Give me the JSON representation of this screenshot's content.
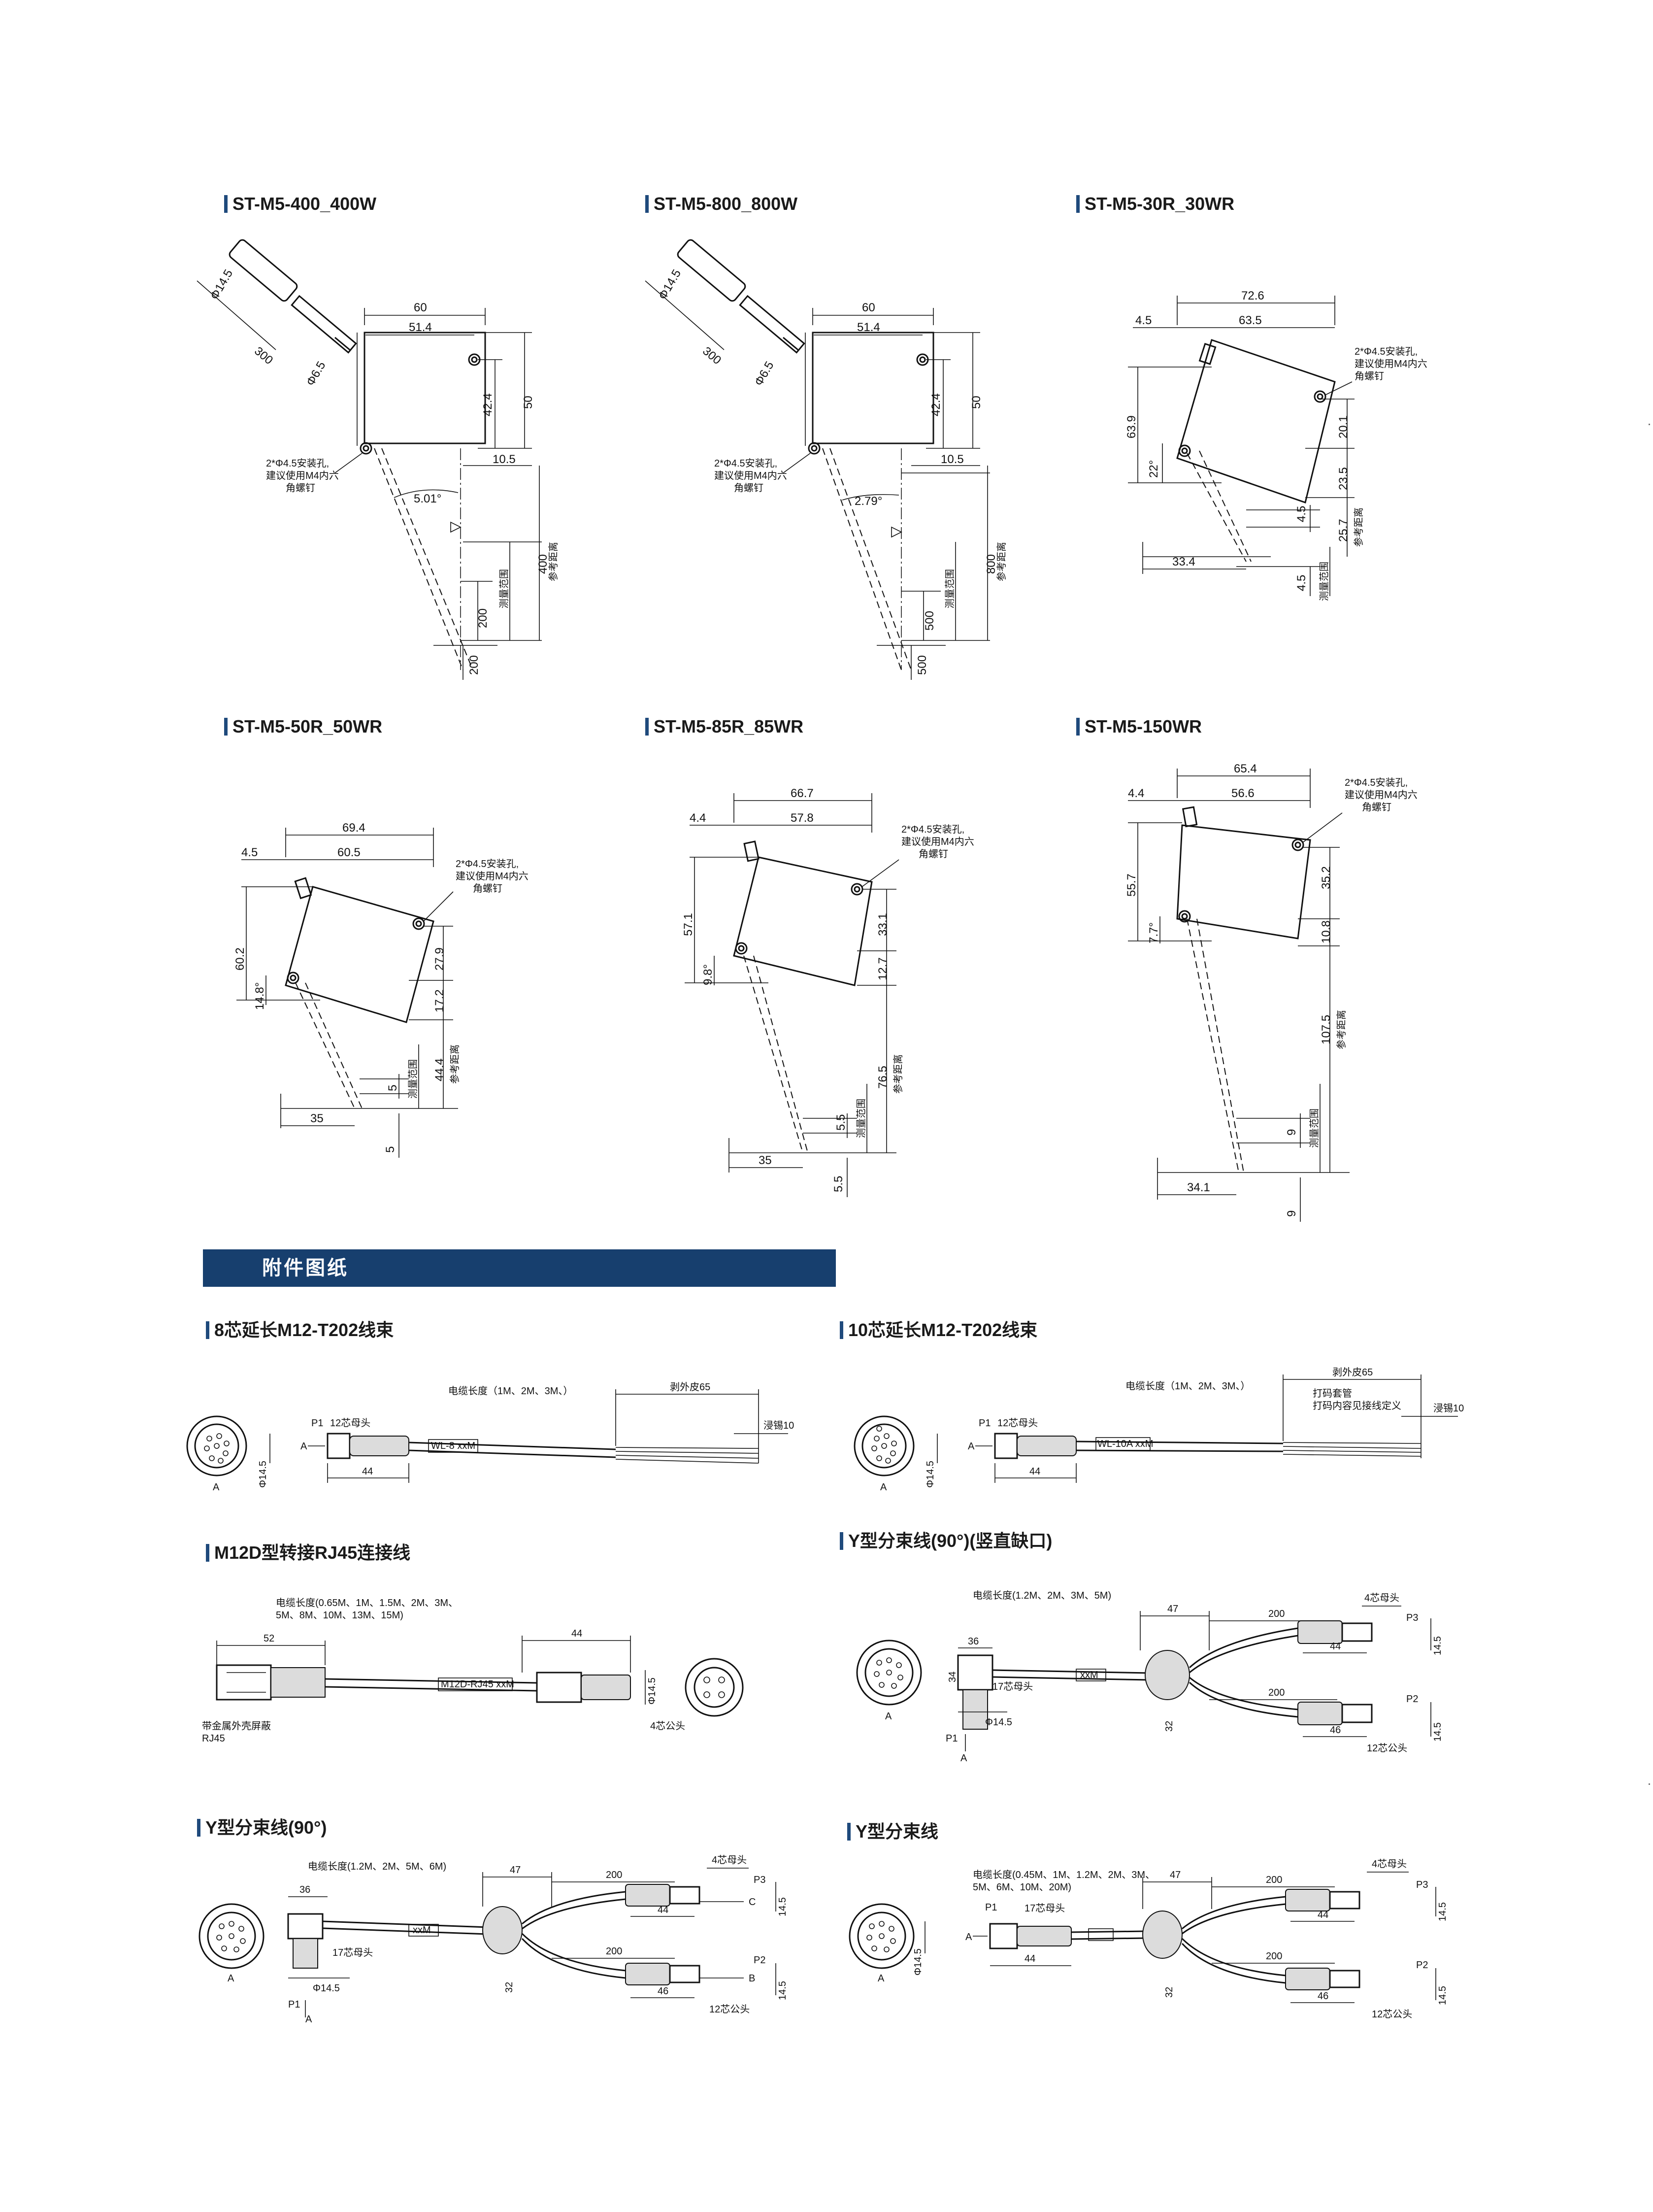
{
  "section_title": "附件图纸",
  "sensors": [
    {
      "title": "ST-M5-400_400W",
      "dims": {
        "w": "60",
        "w2": "51.4",
        "h": "50",
        "h2": "42.4",
        "off": "10.5",
        "angle": "5.01°",
        "range": "200",
        "ref": "400",
        "near": "200",
        "cable_len": "300",
        "cable_d": "Φ14.5",
        "cable_d2": "Φ6.5"
      },
      "vlabel_range": "测量范围",
      "vlabel_ref": "参考距离",
      "note": [
        "2*Φ4.5安装孔,",
        "建议使用M4内六",
        "角螺钉"
      ]
    },
    {
      "title": "ST-M5-800_800W",
      "dims": {
        "w": "60",
        "w2": "51.4",
        "h": "50",
        "h2": "42.4",
        "off": "10.5",
        "angle": "2.79°",
        "range": "500",
        "ref": "800",
        "near": "500",
        "cable_len": "300",
        "cable_d": "Φ14.5",
        "cable_d2": "Φ6.5"
      },
      "vlabel_range": "测量范围",
      "vlabel_ref": "参考距离",
      "note": [
        "2*Φ4.5安装孔,",
        "建议使用M4内六",
        "角螺钉"
      ]
    },
    {
      "title": "ST-M5-30R_30WR",
      "dims": {
        "w": "72.6",
        "w2": "63.5",
        "left": "4.5",
        "h": "63.9",
        "h_up": "20.1",
        "h_mid": "23.5",
        "ref": "25.7",
        "range_top": "4.5",
        "range_bot": "4.5",
        "bottom": "33.4",
        "angle": "22°"
      },
      "vlabel_range": "测量范围",
      "vlabel_ref": "参考距离",
      "note": [
        "2*Φ4.5安装孔,",
        "建议使用M4内六",
        "角螺钉"
      ]
    },
    {
      "title": "ST-M5-50R_50WR",
      "dims": {
        "w": "69.4",
        "w2": "60.5",
        "left": "4.5",
        "h": "60.2",
        "h_up": "27.9",
        "h_mid": "17.2",
        "ref": "44.4",
        "range_top": "5",
        "range_bot": "5",
        "bottom": "35",
        "angle": "14.8°"
      },
      "vlabel_range": "测量范围",
      "vlabel_ref": "参考距离",
      "note": [
        "2*Φ4.5安装孔,",
        "建议使用M4内六",
        "角螺钉"
      ]
    },
    {
      "title": "ST-M5-85R_85WR",
      "dims": {
        "w": "66.7",
        "w2": "57.8",
        "left": "4.4",
        "h": "57.1",
        "h_up": "33.1",
        "h_mid": "12.7",
        "ref": "76.5",
        "range_top": "5.5",
        "range_bot": "5.5",
        "bottom": "35",
        "angle": "9.8°"
      },
      "vlabel_range": "测量范围",
      "vlabel_ref": "参考距离",
      "note": [
        "2*Φ4.5安装孔,",
        "建议使用M4内六",
        "角螺钉"
      ]
    },
    {
      "title": "ST-M5-150WR",
      "dims": {
        "w": "65.4",
        "w2": "56.6",
        "left": "4.4",
        "h": "55.7",
        "h_up": "35.2",
        "h_mid": "10.8",
        "ref": "107.5",
        "range_top": "9",
        "range_bot": "9",
        "bottom": "34.1",
        "angle": "7.7°"
      },
      "vlabel_range": "测量范围",
      "vlabel_ref": "参考距离",
      "note": [
        "2*Φ4.5安装孔,",
        "建议使用M4内六",
        "角螺钉"
      ]
    }
  ],
  "cables": [
    {
      "title": "8芯延长M12-T202线束",
      "length_label": "电缆长度（1M、2M、3M、）",
      "strip": "剥外皮65",
      "tin": "浸锡10",
      "p1": "P1",
      "head": "12芯母头",
      "len44": "44",
      "d": "Φ14.5",
      "arrow": "A",
      "view": "A",
      "tag": "WL-8 xxM"
    },
    {
      "title": "10芯延长M12-T202线束",
      "length_label": "电缆长度（1M、2M、3M、）",
      "strip": "剥外皮65",
      "sleeve1": "打码套管",
      "sleeve2": "打码内容见接线定义",
      "tin": "浸锡10",
      "p1": "P1",
      "head": "12芯母头",
      "len44": "44",
      "d": "Φ14.5",
      "arrow": "A",
      "view": "A",
      "tag": "WL-10A xxM"
    },
    {
      "title": "M12D型转接RJ45连接线",
      "length_label1": "电缆长度(0.65M、1M、1.5M、2M、3M、",
      "length_label2": "5M、8M、10M、13M、15M)",
      "len52": "52",
      "len44": "44",
      "d": "Φ14.5",
      "tag": "M12D-RJ45 xxM",
      "shield1": "带金属外壳屏蔽",
      "shield2": "RJ45",
      "male": "4芯公头"
    },
    {
      "title": "Y型分束线(90°)(竖直缺口)",
      "length_label": "电缆长度(1.2M、2M、3M、5M)",
      "len36": "36",
      "len34": "34",
      "len47": "47",
      "len200a": "200",
      "len200b": "200",
      "len44": "44",
      "len46": "46",
      "len32": "32",
      "d": "Φ14.5",
      "head17": "17芯母头",
      "head4": "4芯母头",
      "male12": "12芯公头",
      "p1": "P1",
      "p2": "P2",
      "p3": "P3",
      "arrow": "A",
      "view": "A",
      "dim145a": "14.5",
      "dim145b": "14.5",
      "tag": "xxM"
    },
    {
      "title": "Y型分束线(90°)",
      "length_label": "电缆长度(1.2M、2M、5M、6M)",
      "len36": "36",
      "len47": "47",
      "len200a": "200",
      "len200b": "200",
      "len44": "44",
      "len46": "46",
      "len32": "32",
      "d": "Φ14.5",
      "head17": "17芯母头",
      "head4": "4芯母头",
      "male12": "12芯公头",
      "p1": "P1",
      "p2": "P2",
      "p3": "P3",
      "b": "B",
      "c": "C",
      "arrow": "A",
      "view": "A",
      "dim145a": "14.5",
      "dim145b": "14.5",
      "tag": "xxM"
    },
    {
      "title": "Y型分束线",
      "length_label1": "电缆长度(0.45M、1M、1.2M、2M、3M、",
      "length_label2": "5M、6M、10M、20M)",
      "len47": "47",
      "len200a": "200",
      "len200b": "200",
      "len44": "44",
      "len44b": "44",
      "len46": "46",
      "len32": "32",
      "d": "Φ14.5",
      "head17": "17芯母头",
      "head4": "4芯母头",
      "male12": "12芯公头",
      "p1": "P1",
      "p2": "P2",
      "p3": "P3",
      "arrow": "A",
      "view": "A",
      "dim145a": "14.5",
      "dim145b": "14.5"
    }
  ]
}
